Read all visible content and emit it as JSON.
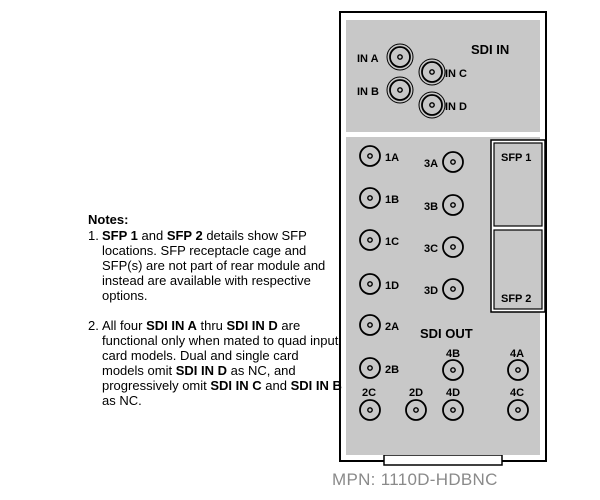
{
  "panel": {
    "sdi_in_title": "SDI IN",
    "sdi_out_title": "SDI OUT",
    "inputs": [
      {
        "label": "IN A"
      },
      {
        "label": "IN B"
      },
      {
        "label": "IN C"
      },
      {
        "label": "IN D"
      }
    ],
    "outputs": [
      {
        "label": "1A"
      },
      {
        "label": "1B"
      },
      {
        "label": "1C"
      },
      {
        "label": "1D"
      },
      {
        "label": "2A"
      },
      {
        "label": "2B"
      },
      {
        "label": "2C"
      },
      {
        "label": "2D"
      },
      {
        "label": "3A"
      },
      {
        "label": "3B"
      },
      {
        "label": "3C"
      },
      {
        "label": "3D"
      },
      {
        "label": "4A"
      },
      {
        "label": "4B"
      },
      {
        "label": "4C"
      },
      {
        "label": "4D"
      }
    ],
    "sfp_slots": [
      {
        "label": "SFP 1"
      },
      {
        "label": "SFP 2"
      }
    ]
  },
  "notes": {
    "title": "Notes:",
    "items": [
      {
        "num": "1.",
        "segments": [
          {
            "t": "SFP 1",
            "b": true
          },
          {
            "t": " and ",
            "b": false
          },
          {
            "t": "SFP 2",
            "b": true
          },
          {
            "t": " details show SFP locations. SFP receptacle cage and SFP(s) are not part of rear module and instead are available with respective options.",
            "b": false
          }
        ]
      },
      {
        "num": "2.",
        "segments": [
          {
            "t": "All four ",
            "b": false
          },
          {
            "t": "SDI IN A",
            "b": true
          },
          {
            "t": " thru ",
            "b": false
          },
          {
            "t": "SDI IN D",
            "b": true
          },
          {
            "t": " are functional only when mated to quad input card models. Dual and single card models omit ",
            "b": false
          },
          {
            "t": "SDI IN D",
            "b": true
          },
          {
            "t": " as NC, and progressively omit ",
            "b": false
          },
          {
            "t": "SDI IN C",
            "b": true
          },
          {
            "t": " and ",
            "b": false
          },
          {
            "t": "SDI IN B",
            "b": true
          },
          {
            "t": " as NC.",
            "b": false
          }
        ]
      }
    ]
  },
  "mpn": "MPN: 1110D-HDBNC",
  "colors": {
    "panel_gray": "#c8c8c8",
    "outline": "#000000",
    "mpn_text": "#8a8a8a"
  }
}
